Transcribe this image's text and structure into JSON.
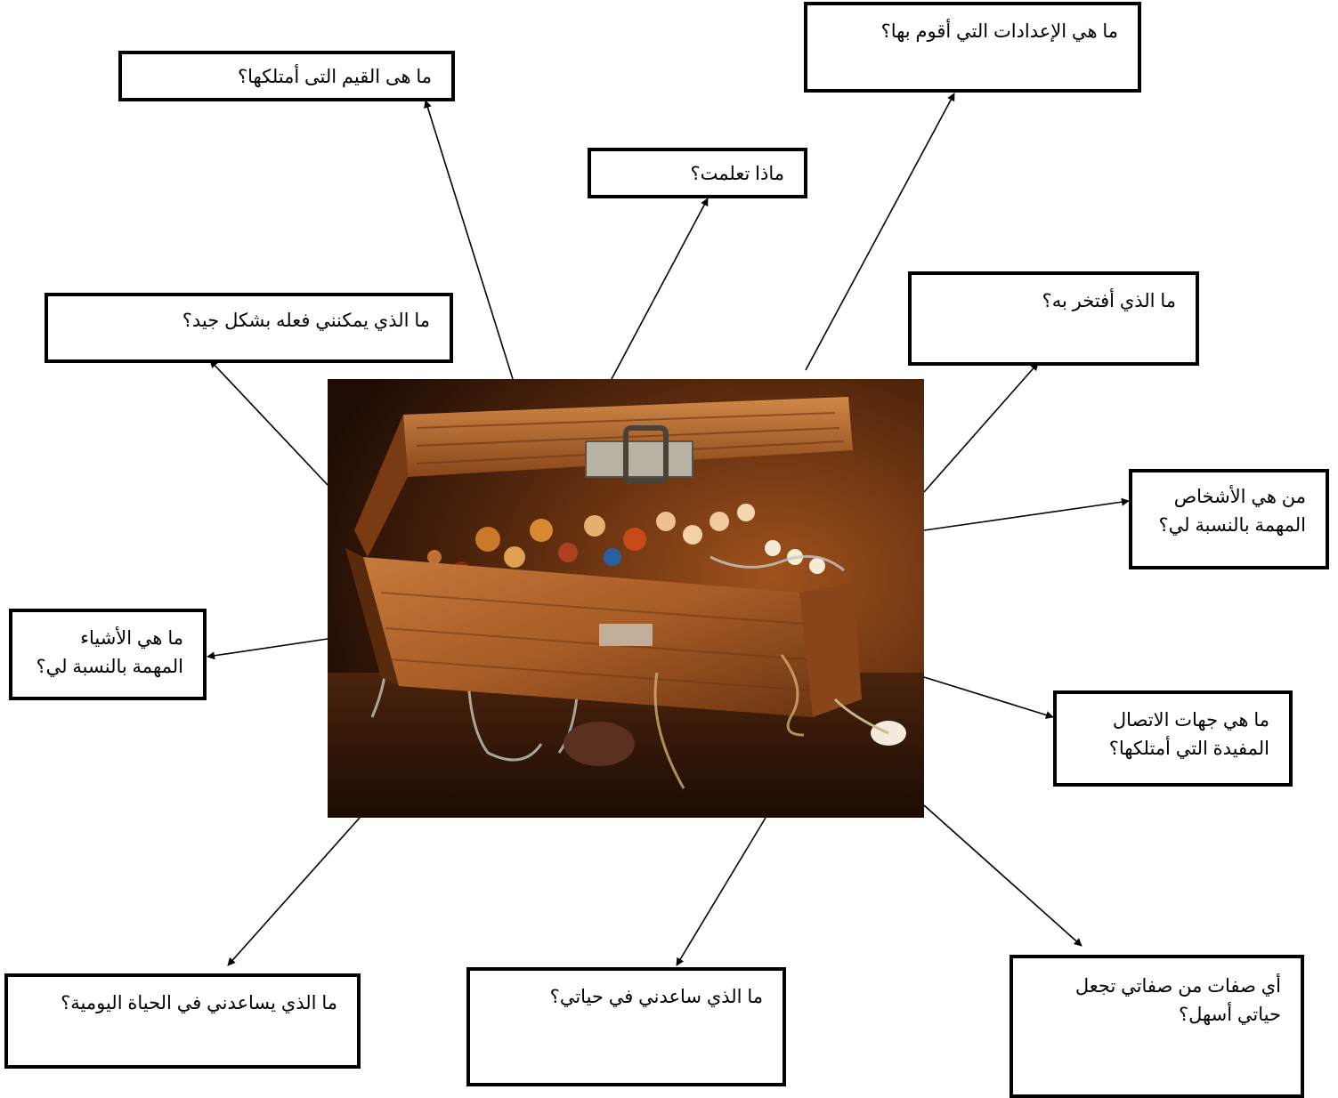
{
  "boxes": {
    "values": "ما هى القيم التى أمتلكها؟",
    "settings": "ما هي الإعدادات التي أقوم بها؟",
    "learned": "ماذا تعلمت؟",
    "do_well": "ما الذي يمكنني فعله بشكل جيد؟",
    "proud": "ما الذي أفتخر به؟",
    "people": "من هي الأشخاص\nالمهمة بالنسبة لي؟",
    "things": "ما هي الأشياء\nالمهمة بالنسبة لي؟",
    "contacts": "ما هي جهات الاتصال\nالمفيدة التي أمتلكها؟",
    "daily_life": "ما الذي يساعدني في الحياة اليومية؟",
    "helped": "ما الذي ساعدني في حياتي؟",
    "traits": "أي صفات من صفاتي تجعل\nحياتي أسهل؟"
  },
  "image": {
    "subject": "treasure-chest-with-jewelry"
  }
}
